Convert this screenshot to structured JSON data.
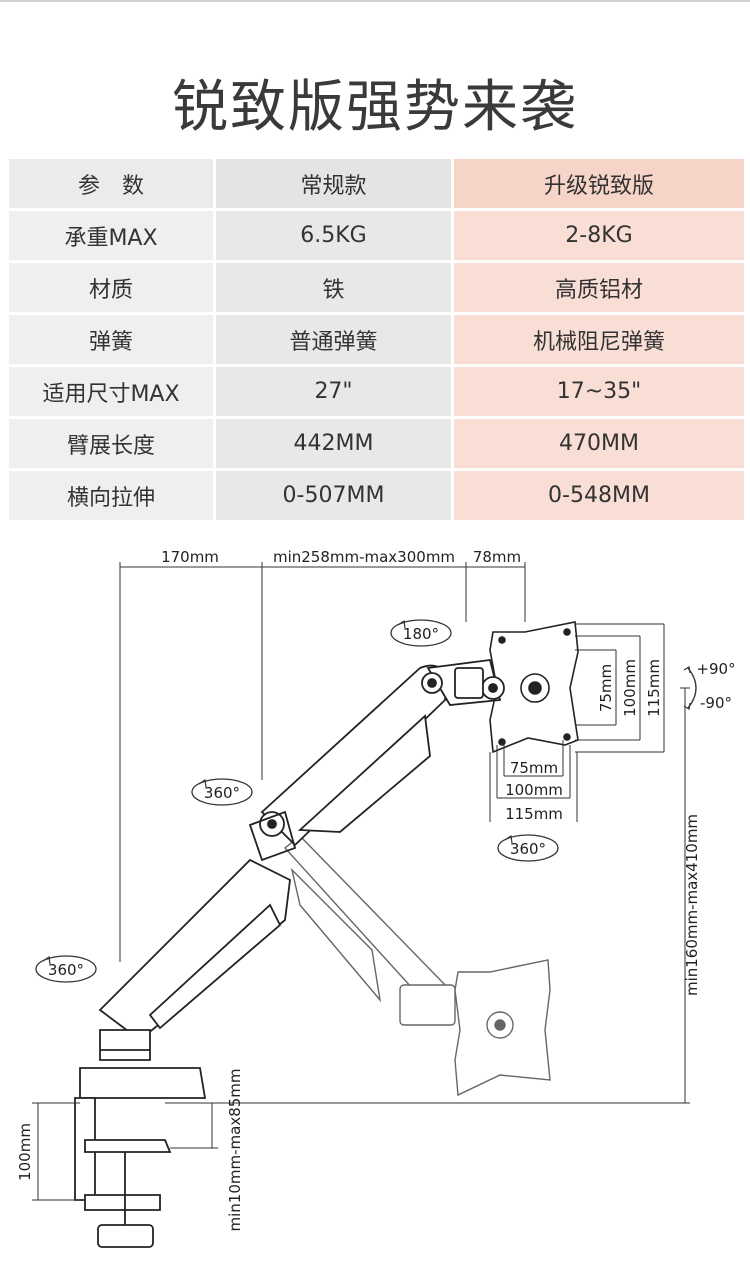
{
  "title": "锐致版强势来袭",
  "table": {
    "header": [
      "参　数",
      "常规款",
      "升级锐致版"
    ],
    "rows": [
      [
        "承重MAX",
        "6.5KG",
        "2-8KG"
      ],
      [
        "材质",
        "铁",
        "高质铝材"
      ],
      [
        "弹簧",
        "普通弹簧",
        "机械阻尼弹簧"
      ],
      [
        "适用尺寸MAX",
        "27\"",
        "17~35\""
      ],
      [
        "臂展长度",
        "442MM",
        "470MM"
      ],
      [
        "横向拉伸",
        "0-507MM",
        "0-548MM"
      ]
    ]
  },
  "diagram": {
    "dim_top_1": "170mm",
    "dim_top_2": "min258mm-max300mm",
    "dim_top_3": "78mm",
    "rot_180": "180°",
    "rot_360_mid": "360°",
    "rot_360_low": "360°",
    "rot_360_plate": "360°",
    "tilt_up": "+90°",
    "tilt_down": "-90°",
    "vesa_75_h": "75mm",
    "vesa_100_h": "100mm",
    "vesa_115_h": "115mm",
    "vesa_75_v": "75mm",
    "vesa_100_v": "100mm",
    "vesa_115_v": "115mm",
    "height_range": "min160mm-max410mm",
    "clamp_height": "100mm",
    "clamp_range": "min10mm-max85mm"
  }
}
